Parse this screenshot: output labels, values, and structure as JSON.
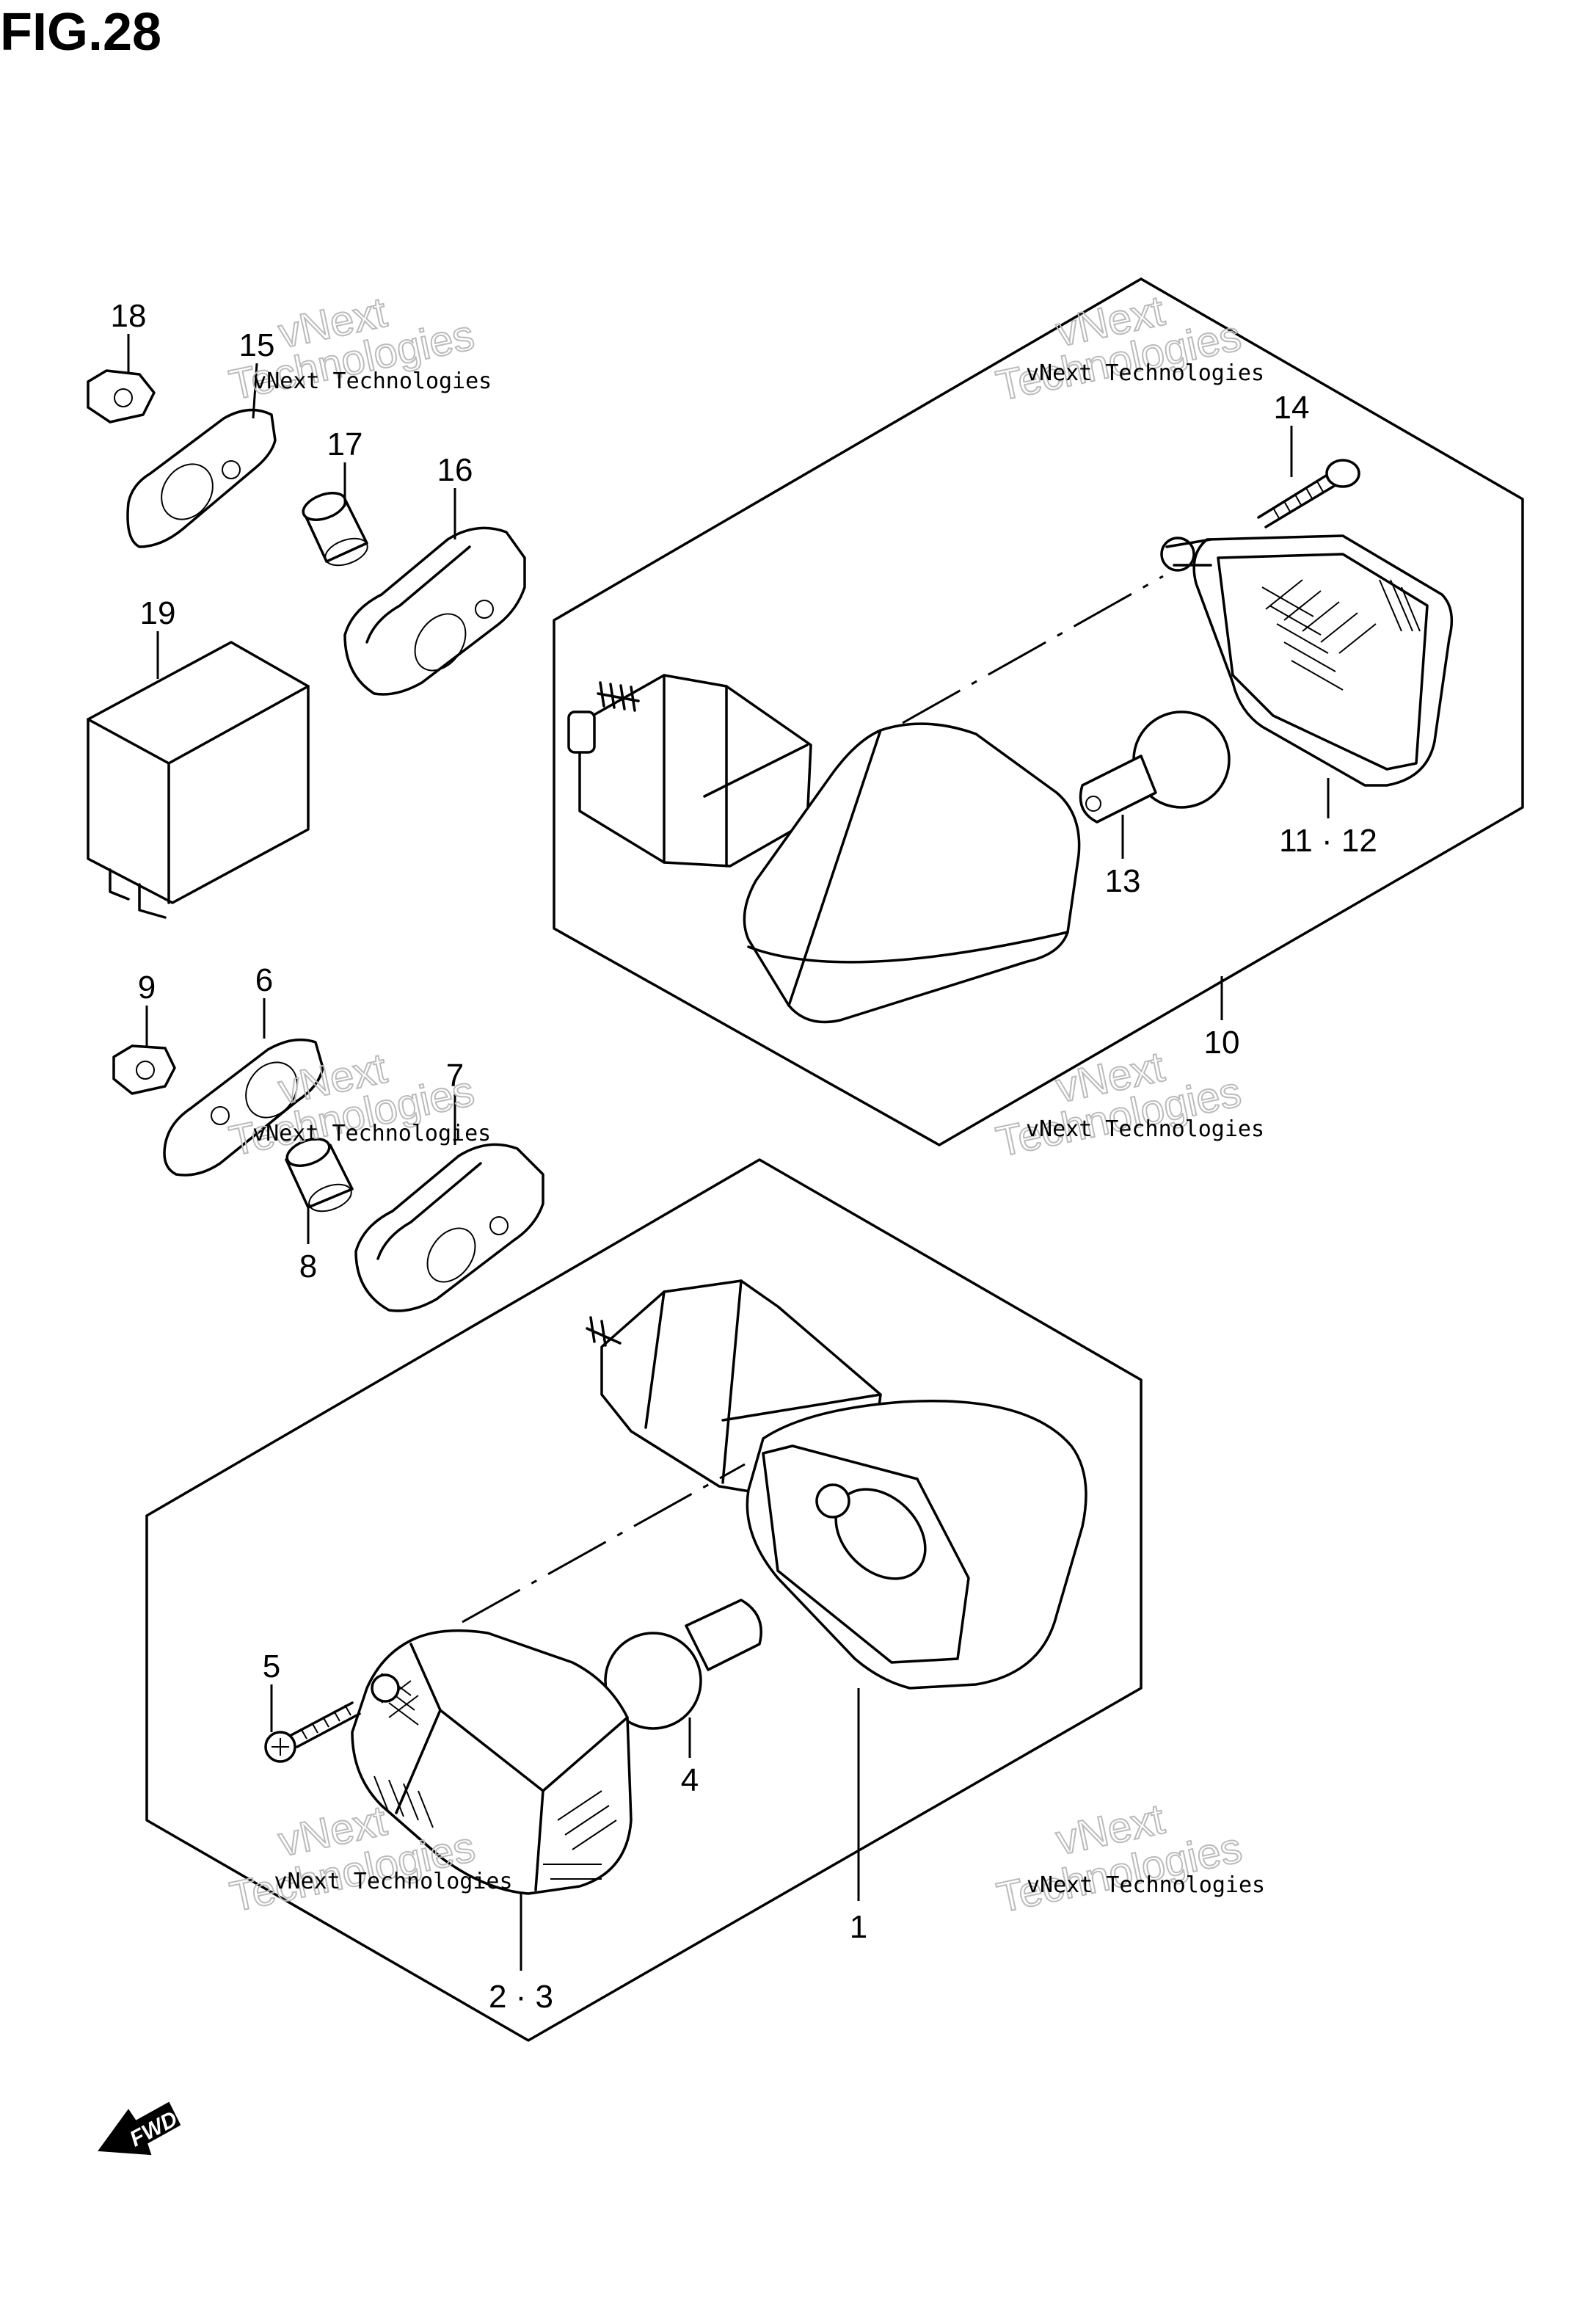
{
  "figure": {
    "title": "FIG.28"
  },
  "callouts": {
    "c1": "1",
    "c2_3": "2 · 3",
    "c4": "4",
    "c5": "5",
    "c6": "6",
    "c7": "7",
    "c8": "8",
    "c9": "9",
    "c10": "10",
    "c11_12": "11 · 12",
    "c13": "13",
    "c14": "14",
    "c15": "15",
    "c16": "16",
    "c17": "17",
    "c18": "18",
    "c19": "19"
  },
  "watermark": {
    "line1": "vNext Technologies",
    "line2": "vNext",
    "line3": "Technologies"
  },
  "fwd_arrow": {
    "label": "FWD"
  }
}
